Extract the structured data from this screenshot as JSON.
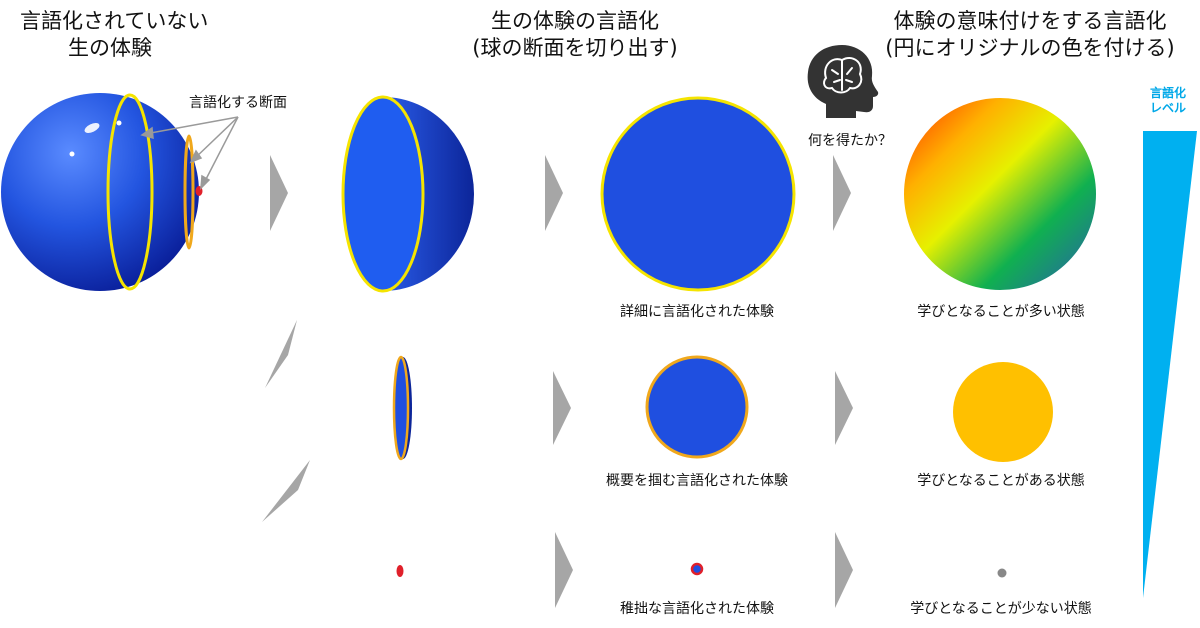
{
  "headings": {
    "col1_line1": "言語化されていない",
    "col1_line2": "生の体験",
    "col2_line1": "生の体験の言語化",
    "col2_line2": "(球の断面を切り出す)",
    "col3_line1": "体験の意味付けをする言語化",
    "col3_line2": "(円にオリジナルの色を付ける)"
  },
  "annotations": {
    "cross_section": "言語化する断面",
    "what_learned": "何を得たか？"
  },
  "rows": [
    {
      "verbalized": "詳細に言語化された体験",
      "meaning": "学びとなることが多い状態"
    },
    {
      "verbalized": "概要を掴む言語化された体験",
      "meaning": "学びとなることがある状態"
    },
    {
      "verbalized": "稚拙な言語化された体験",
      "meaning": "学びとなることが少ない状態"
    }
  ],
  "level": {
    "line1": "言語化",
    "line2": "レベル"
  },
  "icons": {
    "head": "brain-head-icon"
  },
  "colors": {
    "sphere_blue": "#1f4fe0",
    "outline_yellow": "#f5e400",
    "outline_orange": "#f0a81c",
    "arrow_gray": "#a6a6a6",
    "level_cyan": "#00b0f0",
    "circle_orange": "#ffc000",
    "dot_red": "#e0202a",
    "dot_gray": "#888888"
  }
}
